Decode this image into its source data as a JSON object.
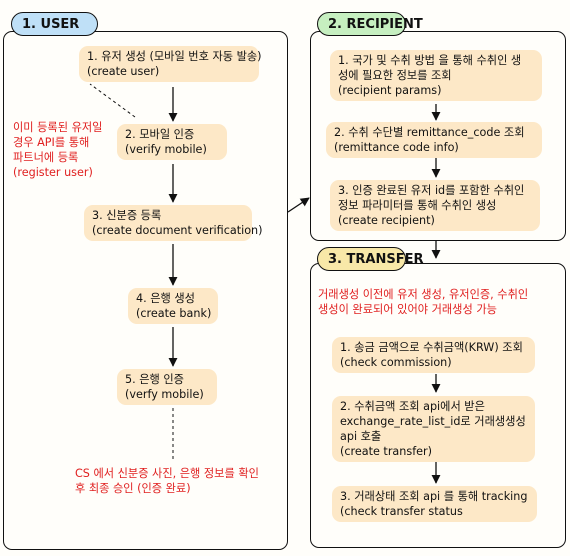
{
  "user": {
    "title": "1. USER",
    "steps": [
      {
        "line1": "1. 유저 생성 (모바일 번호 자동 발송)",
        "line2": "(create user)"
      },
      {
        "line1": "2. 모바일 인증",
        "line2": "(verify mobile)"
      },
      {
        "line1": "3. 신분증 등록",
        "line2": "(create document verification)"
      },
      {
        "line1": "4. 은행 생성",
        "line2": "(create bank)"
      },
      {
        "line1": "5. 은행 인증",
        "line2": "(verfy mobile)"
      }
    ],
    "side_note": [
      "이미 등록된 유저일",
      "경우 API를 통해",
      "파트너에 등록",
      "(register user)"
    ],
    "bottom_note": [
      "CS 에서 신분증 사진, 은행 정보를 확인",
      "후 최종 승인 (인증 완료)"
    ]
  },
  "recipient": {
    "title": "2. RECIPIENT",
    "steps": [
      {
        "line1": "1. 국가 및 수취 방법 을 통해 수취인 생",
        "line2": "성에 필요한 정보를 조회",
        "line3": "(recipient params)"
      },
      {
        "line1": "2. 수취 수단별 remittance_code 조회",
        "line2": "(remittance code info)"
      },
      {
        "line1": "3. 인증 완료된 유저 id를 포함한 수취인",
        "line2": "정보 파라미터를 통해 수취인 생성",
        "line3": "(create recipient)"
      }
    ]
  },
  "transfer": {
    "title": "3. TRANSFER",
    "note": [
      "거래생성 이전에 유저 생성, 유저인증, 수취인",
      "생성이 완료되어 있어야 거래생성 가능"
    ],
    "steps": [
      {
        "line1": "1. 송금 금액으로 수취금액(KRW) 조회",
        "line2": "(check commission)"
      },
      {
        "line1": "2. 수취금액 조회 api에서 받은",
        "line2": "exchange_rate_list_id로 거래생생성",
        "line3": "api 호출",
        "line4": "(create transfer)"
      },
      {
        "line1": "3. 거래상태 조회 api 를 통해 tracking",
        "line2": "(check transfer status"
      }
    ]
  },
  "colors": {
    "user_tag": "#bfe0f7",
    "recipient_tag": "#c6efc0",
    "transfer_tag": "#f8e8a8",
    "step_fill": "#fde8c7",
    "note_text": "#e02020"
  }
}
